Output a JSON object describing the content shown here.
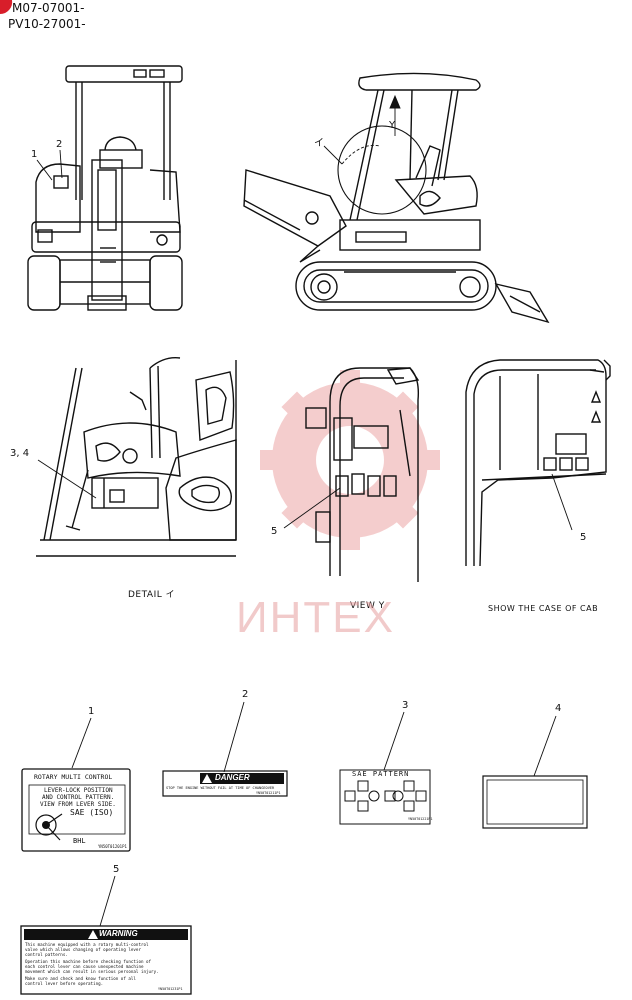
{
  "header": {
    "line1": "M07-07001-",
    "line2": "PV10-27001-"
  },
  "view_labels": {
    "detail": "DETAIL イ",
    "view_y": "VIEW Y",
    "cab_case": "SHOW THE CASE OF CAB"
  },
  "callouts": {
    "top_front_1": "1",
    "top_front_2": "2",
    "side_i": "イ",
    "side_y": "Y",
    "detail_34": "3, 4",
    "viewy_5": "5",
    "cab_5": "5",
    "part_1": "1",
    "part_2": "2",
    "part_3": "3",
    "part_4": "4",
    "part_5": "5"
  },
  "labels": {
    "rotary": {
      "title": "ROTARY MULTI CONTROL",
      "line1": "LEVER-LOCK POSITION",
      "line2": "AND CONTROL PATTERN.",
      "line3": "VIEW FROM LEVER SIDE.",
      "sae": "SAE (ISO)",
      "bhl": "BHL",
      "code": "YN50T01201P1"
    },
    "danger": {
      "title": "DANGER",
      "text": "STOP THE ENGINE WITHOUT FAIL AT TIME OF CHANGEOVER",
      "code": "YN50T01211P1"
    },
    "sae_pattern": {
      "title": "SAE PATTERN",
      "code": "YN50T01221P1"
    },
    "warning": {
      "title": "WARNING",
      "text": [
        "This machine equipped with a rotary multi-control",
        "valve which allows changing of operating lever",
        "control patterns.",
        "Operation this machine before checking function of",
        "each control lever can cause unexpected machine",
        "movement which can result in serious personal injury.",
        "Make sure and check and know function of all",
        "control lever before operating."
      ],
      "code": "YN50T01231P1"
    }
  },
  "watermark": {
    "text": "ИНТЕХ",
    "color": "#e06666"
  }
}
